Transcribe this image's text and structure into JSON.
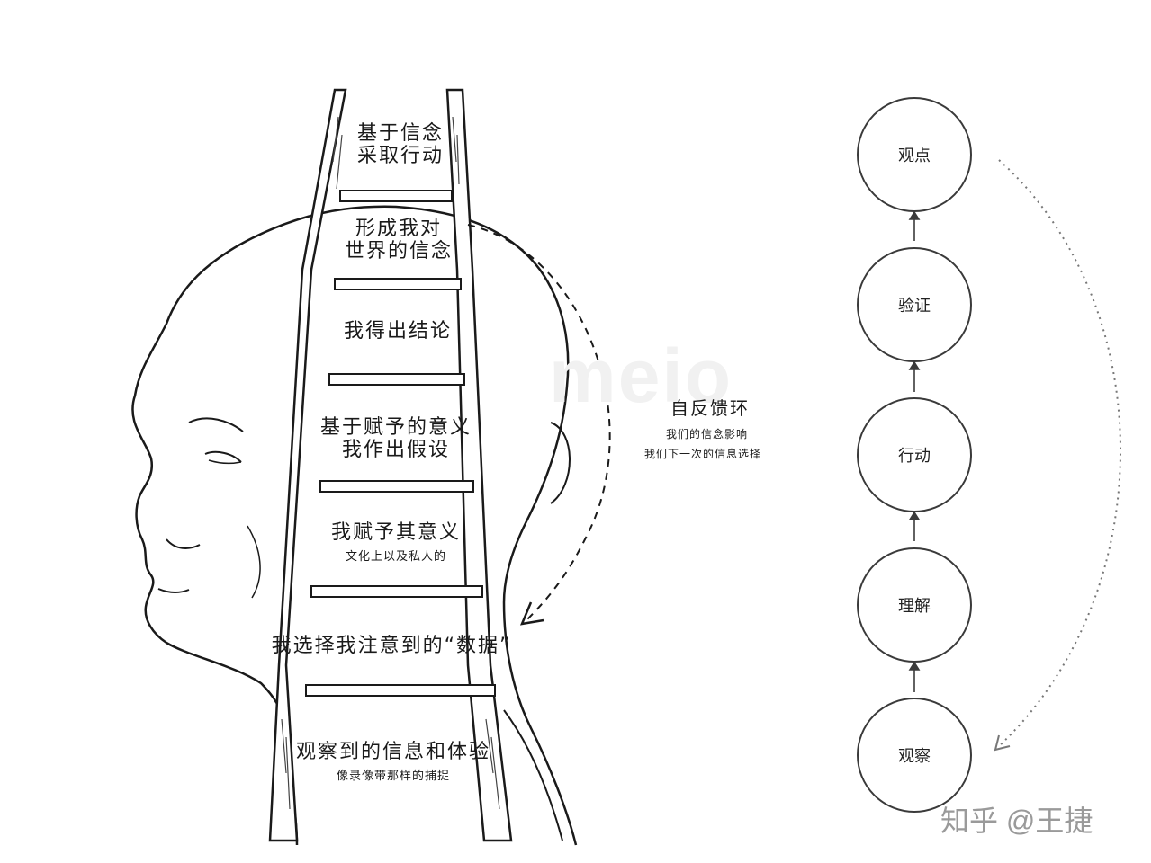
{
  "watermark": "meio",
  "ladder": {
    "rungs": [
      {
        "id": "take-action",
        "lines": [
          "基于信念",
          "采取行动"
        ]
      },
      {
        "id": "form-beliefs",
        "lines": [
          "形成我对",
          "世界的信念"
        ]
      },
      {
        "id": "draw-conclusions",
        "lines": [
          "我得出结论"
        ]
      },
      {
        "id": "make-assumptions",
        "lines": [
          "基于赋予的意义",
          "我作出假设"
        ]
      },
      {
        "id": "add-meaning",
        "lines": [
          "我赋予其意义"
        ],
        "sub": "文化上以及私人的"
      },
      {
        "id": "select-data",
        "lines": [
          "我选择我注意到的“数据”"
        ]
      },
      {
        "id": "observe",
        "lines": [
          "观察到的信息和体验"
        ],
        "sub": "像录像带那样的捕捉"
      }
    ]
  },
  "loop": {
    "title": "自反馈环",
    "sub_lines": [
      "我们的信念影响",
      "我们下一次的信息选择"
    ]
  },
  "flow": {
    "nodes": [
      "观点",
      "验证",
      "行动",
      "理解",
      "观察"
    ]
  },
  "credit": "知乎 @王捷",
  "colors": {
    "ink": "#1a1a1a",
    "outline": "#3a3a3a",
    "dotted": "#777777"
  }
}
